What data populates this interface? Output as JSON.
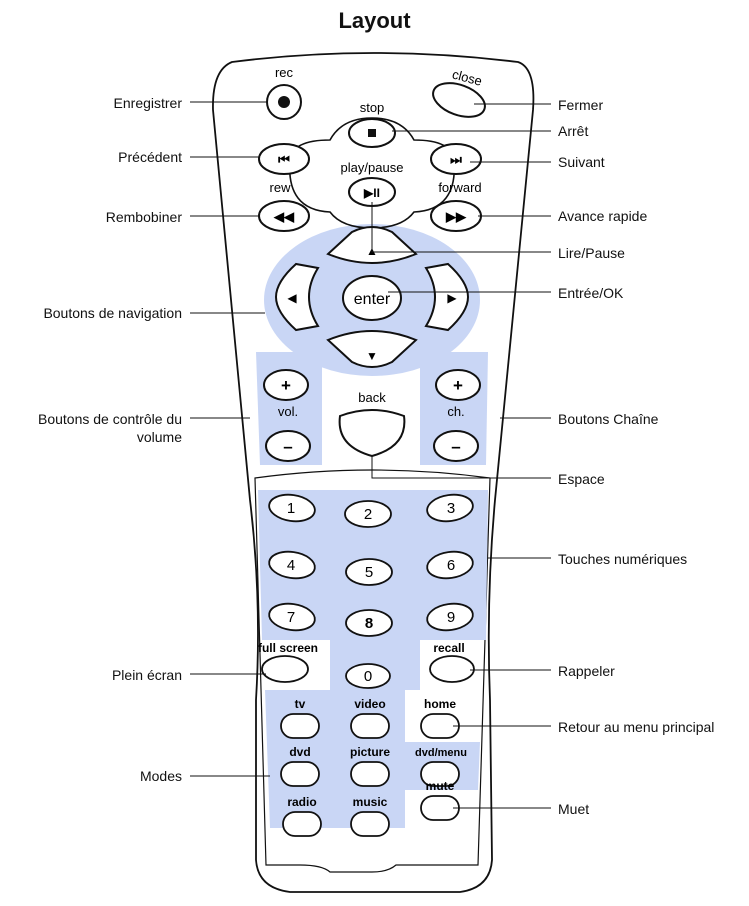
{
  "title": "Layout",
  "remote": {
    "rec": "rec",
    "close": "close",
    "stop": "stop",
    "play_pause": "play/pause",
    "rew": "rew",
    "forward": "forward",
    "enter": "enter",
    "vol": "vol.",
    "ch": "ch.",
    "back": "back",
    "plus": "+",
    "minus": "–",
    "digits": [
      "1",
      "2",
      "3",
      "4",
      "5",
      "6",
      "7",
      "8",
      "9",
      "0"
    ],
    "fullscreen": "full screen",
    "recall": "recall",
    "home": "home",
    "tv": "tv",
    "video": "video",
    "dvd": "dvd",
    "picture": "picture",
    "dvd_menu": "dvd/menu",
    "radio": "radio",
    "music": "music",
    "mute": "mute"
  },
  "callouts": {
    "left": {
      "enregistrer": "Enregistrer",
      "precedent": "Précédent",
      "rembobiner": "Rembobiner",
      "navigation": "Boutons de navigation",
      "volume_line1": "Boutons de contrôle du",
      "volume_line2": "volume",
      "plein_ecran": "Plein écran",
      "modes": "Modes"
    },
    "right": {
      "fermer": "Fermer",
      "arret": "Arrêt",
      "suivant": "Suivant",
      "avance": "Avance rapide",
      "lire_pause": "Lire/Pause",
      "entree": "Entrée/OK",
      "chaine": "Boutons Chaîne",
      "espace": "Espace",
      "numeriques": "Touches numériques",
      "rappeler": "Rappeler",
      "retour": "Retour au menu principal",
      "muet": "Muet"
    }
  },
  "colors": {
    "highlight": "#c9d6f5",
    "outline": "#111111"
  }
}
